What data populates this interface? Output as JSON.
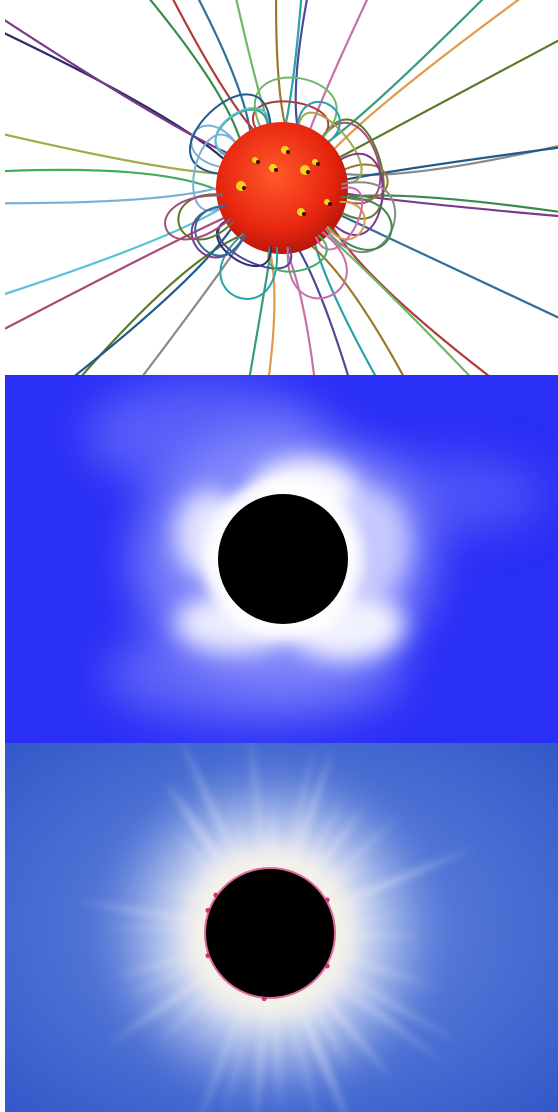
{
  "figure": {
    "panels": [
      {
        "id": "magnetic-field-model",
        "description_kind": "sun with coloured magnetic field lines",
        "background": "#ffffff",
        "sun_color": "#e8260f",
        "sun_highlight": "#ff5a2a",
        "active_region_color": "#f5d51b",
        "field_line_colors": [
          "#7a3b8c",
          "#3a8a4a",
          "#2f6f9a",
          "#b23a3a",
          "#6fb86a",
          "#2aa1a8",
          "#9a7a2a",
          "#4a4a9a",
          "#c86fa8",
          "#3a9a7a",
          "#e09a4a",
          "#5a7a2a",
          "#8a8a8a",
          "#1f5a8a",
          "#a84a7a",
          "#56c2d6",
          "#3fae5f",
          "#7ab0d8",
          "#a7a74a",
          "#2d2d6a"
        ]
      },
      {
        "id": "simulated-corona",
        "description_kind": "model corona brightness",
        "background": "#2a2ff5",
        "corona_color": "#ffffff",
        "disk_color": "#000000"
      },
      {
        "id": "eclipse-photograph",
        "description_kind": "observed eclipse corona",
        "background": "#3f5fd4",
        "corona_color": "#f4f1e6",
        "disk_color": "#000000",
        "prominence_color": "#d2327a"
      }
    ]
  }
}
